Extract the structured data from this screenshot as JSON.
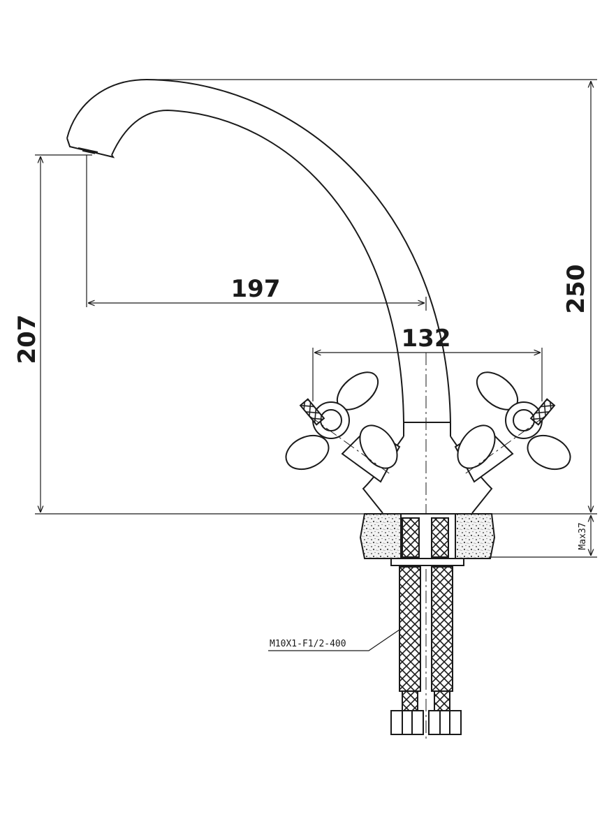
{
  "dimensions": {
    "spout_height": "207",
    "spout_reach": "197",
    "handle_spacing": "132",
    "total_height": "250",
    "max_counter_thickness": "Max37"
  },
  "hose_label": "M10X1-F1/2-400",
  "colors": {
    "line": "#1a1a1a",
    "background": "#ffffff",
    "stone_fill": "#e8e8e8"
  }
}
